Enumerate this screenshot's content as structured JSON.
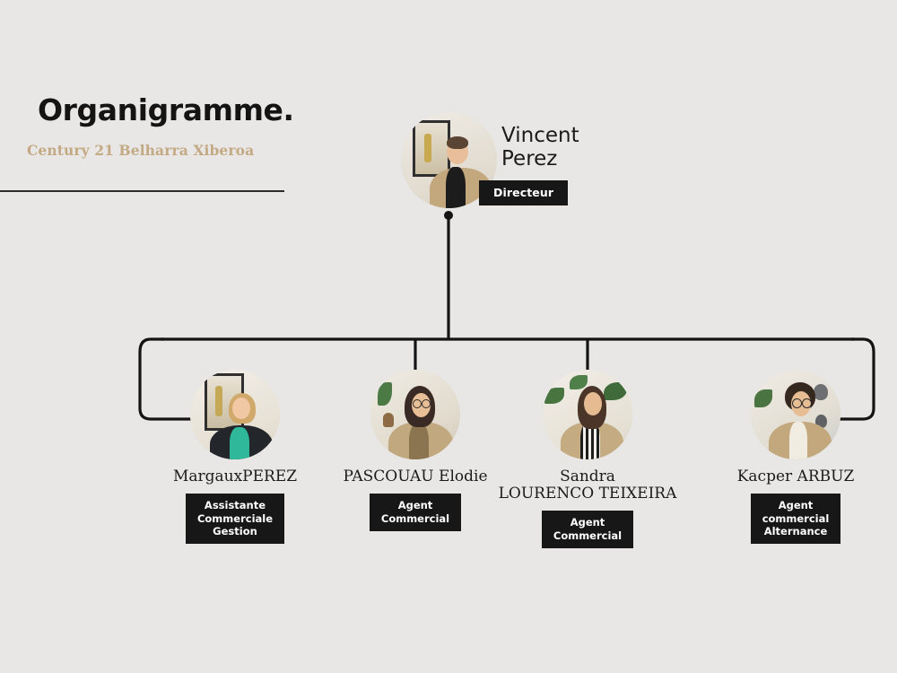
{
  "page": {
    "background_color": "#e8e7e5",
    "title": "Organigramme.",
    "subtitle": "Century 21 Belharra Xiberoa",
    "title_color": "#141414",
    "subtitle_color": "#c3a984",
    "connector_color": "#141414",
    "badge_bg_color": "#171717",
    "badge_text_color": "#ffffff"
  },
  "root": {
    "name": "Vincent\nPerez",
    "badge": "Directeur",
    "avatar_alt": "Vincent Perez portrait"
  },
  "children": [
    {
      "name": "MargauxPEREZ",
      "badge": "Assistante\nCommerciale\nGestion",
      "avatar_alt": "Margaux Perez portrait"
    },
    {
      "name": "PASCOUAU Elodie",
      "badge": "Agent\nCommercial",
      "avatar_alt": "Pascouau Elodie portrait"
    },
    {
      "name": "Sandra\nLOURENCO TEIXEIRA",
      "badge": "Agent\nCommercial",
      "avatar_alt": "Sandra Lourenco Teixeira portrait"
    },
    {
      "name": "Kacper ARBUZ",
      "badge": "Agent\ncommercial\nAlternance",
      "avatar_alt": "Kacper Arbuz portrait"
    }
  ]
}
